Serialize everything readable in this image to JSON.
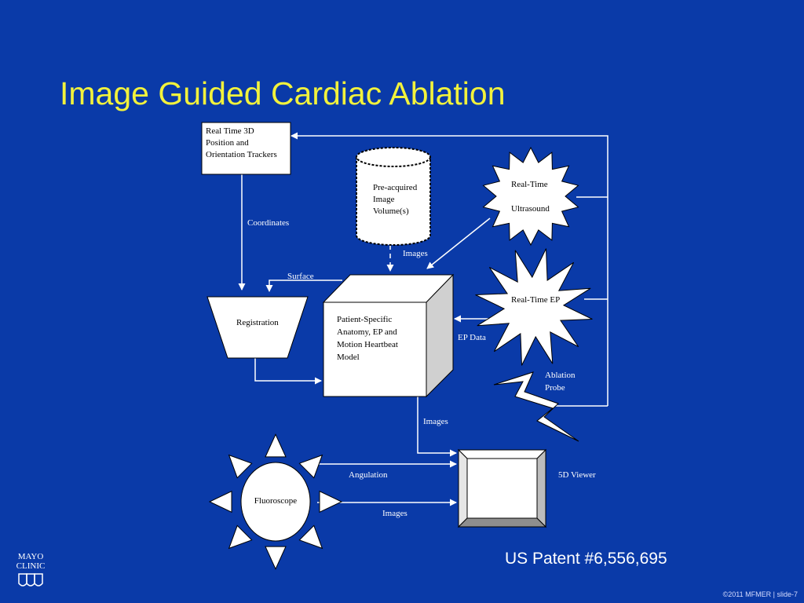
{
  "title": "Image Guided Cardiac Ablation",
  "nodes": {
    "trackers": [
      "Real Time 3D",
      "Position and",
      "Orientation Trackers"
    ],
    "volume": [
      "Pre-acquired",
      "Image",
      "Volume(s)"
    ],
    "ultrasound": [
      "Real-Time",
      "Ultrasound"
    ],
    "registration": "Registration",
    "model": [
      "Patient-Specific",
      "Anatomy, EP and",
      "Motion Heartbeat",
      "Model"
    ],
    "ep": "Real-Time EP",
    "probe": [
      "Ablation",
      "Probe"
    ],
    "fluoroscope": "Fluoroscope",
    "viewer": "5D Viewer"
  },
  "edges": {
    "coordinates": "Coordinates",
    "images_volume": "Images",
    "surface": "Surface",
    "ep_data": "EP Data",
    "images_model": "Images",
    "angulation": "Angulation",
    "images_fluoro": "Images"
  },
  "patent": "US Patent #6,556,695",
  "footer": "©2011 MFMER  |  slide-7",
  "logo": [
    "MAYO",
    "CLINIC"
  ],
  "colors": {
    "background": "#0a3aa8",
    "title": "#f2f23c",
    "line": "#ffffff",
    "shape_fill": "#ffffff"
  }
}
